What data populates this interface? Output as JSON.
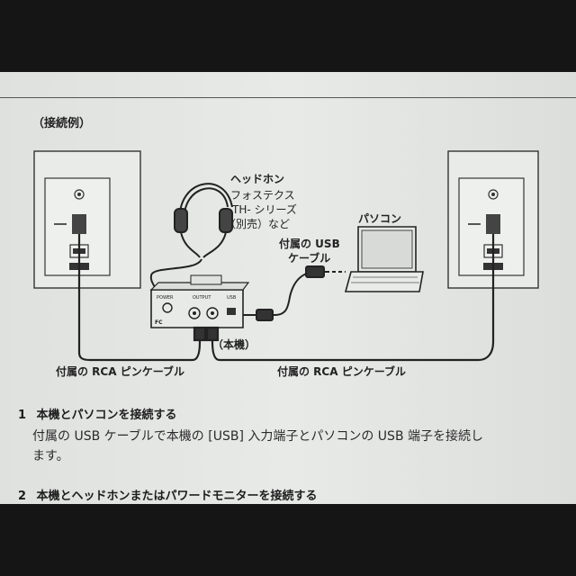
{
  "section_label": "（接続例）",
  "labels": {
    "headphone_title": "ヘッドホン",
    "headphone_line1": "フォステクス",
    "headphone_line2": "TH- シリーズ",
    "headphone_line3": "（別売）など",
    "pc": "パソコン",
    "usb_cable_line1": "付属の USB",
    "usb_cable_line2": "ケーブル",
    "unit": "（本機）",
    "rca_left": "付属の RCA ピンケーブル",
    "rca_right": "付属の RCA ピンケーブル"
  },
  "panel_labels": {
    "power": "POWER",
    "output": "OUTPUT",
    "usb": "USB",
    "fc": "FC"
  },
  "steps": [
    {
      "number": "1",
      "title": "本機とパソコンを接続する",
      "body_line1": "付属の USB ケーブルで本機の [USB] 入力端子とパソコンの USB 端子を接続し",
      "body_line2": "ます。"
    },
    {
      "number": "2",
      "title": "本機とヘッドホンまたはパワードモニターを接続する"
    }
  ]
}
